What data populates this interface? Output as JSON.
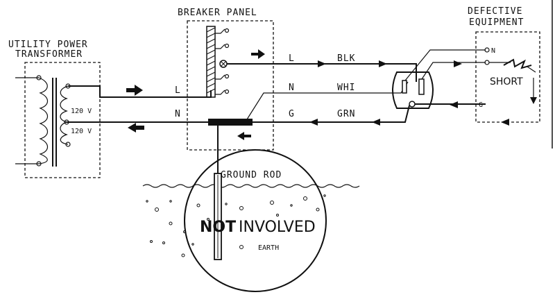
{
  "labels": {
    "transformer_title_1": "UTILITY POWER",
    "transformer_title_2": "TRANSFORMER",
    "breaker_panel": "BREAKER PANEL",
    "defective_1": "DEFECTIVE",
    "defective_2": "EQUIPMENT",
    "v_top": "120 V",
    "v_bottom": "120 V",
    "panel_l": "L",
    "panel_n": "N",
    "wire_l": "L",
    "wire_n": "N",
    "wire_g": "G",
    "blk": "BLK",
    "whi": "WHI",
    "grn": "GRN",
    "equip_n": "N",
    "equip_g": "G",
    "short": "SHORT",
    "ground_rod": "GROUND ROD",
    "not": "NOT",
    "involved": "INVOLVED",
    "earth": "EARTH"
  },
  "colors": {
    "ink": "#111111",
    "background": "#ffffff"
  }
}
